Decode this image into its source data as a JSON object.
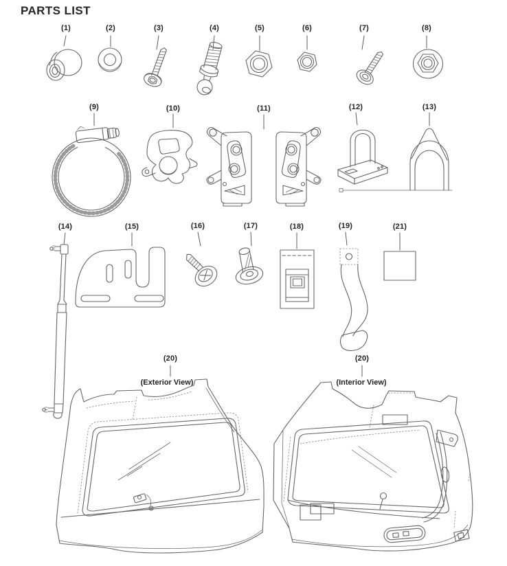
{
  "title": "PARTS LIST",
  "parts": {
    "p1": {
      "label": "(1)"
    },
    "p2": {
      "label": "(2)"
    },
    "p3": {
      "label": "(3)"
    },
    "p4": {
      "label": "(4)"
    },
    "p5": {
      "label": "(5)"
    },
    "p6": {
      "label": "(6)"
    },
    "p7": {
      "label": "(7)"
    },
    "p8": {
      "label": "(8)"
    },
    "p9": {
      "label": "(9)"
    },
    "p10": {
      "label": "(10)"
    },
    "p11": {
      "label": "(11)"
    },
    "p12": {
      "label": "(12)"
    },
    "p13": {
      "label": "(13)"
    },
    "p14": {
      "label": "(14)"
    },
    "p15": {
      "label": "(15)"
    },
    "p16": {
      "label": "(16)"
    },
    "p17": {
      "label": "(17)"
    },
    "p18": {
      "label": "(18)"
    },
    "p19": {
      "label": "(19)"
    },
    "p21": {
      "label": "(21)"
    }
  },
  "views": {
    "exterior": {
      "label": "(20)",
      "caption": "(Exterior View)"
    },
    "interior": {
      "label": "(20)",
      "caption": "(Interior View)"
    }
  },
  "colors": {
    "line": "#646464",
    "text": "#1f1f1f",
    "background": "#ffffff"
  }
}
